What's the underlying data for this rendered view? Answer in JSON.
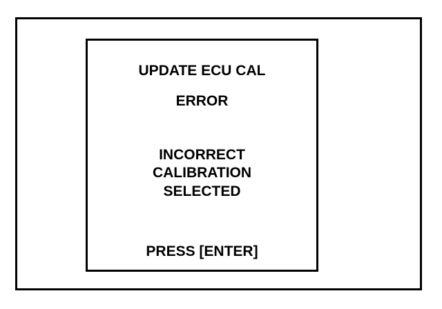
{
  "screen": {
    "title": "UPDATE ECU CAL",
    "status": "ERROR",
    "message_lines": [
      "INCORRECT",
      "CALIBRATION",
      "SELECTED"
    ],
    "prompt": "PRESS [ENTER]"
  },
  "colors": {
    "background": "#ffffff",
    "foreground": "#000000"
  }
}
